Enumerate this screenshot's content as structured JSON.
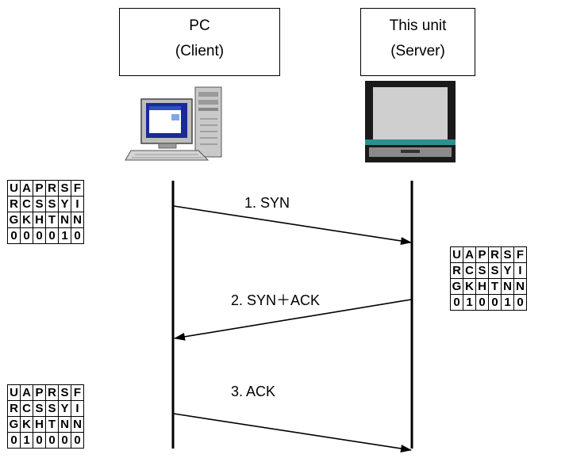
{
  "client": {
    "title": "PC",
    "subtitle": "(Client)"
  },
  "server": {
    "title": "This unit",
    "subtitle": "(Server)"
  },
  "flag_headers": [
    [
      "U",
      "R",
      "G"
    ],
    [
      "A",
      "C",
      "K"
    ],
    [
      "P",
      "S",
      "H"
    ],
    [
      "R",
      "S",
      "T"
    ],
    [
      "S",
      "Y",
      "N"
    ],
    [
      "F",
      "I",
      "N"
    ]
  ],
  "messages": [
    {
      "label": "1.  SYN",
      "flags": [
        "0",
        "0",
        "0",
        "0",
        "1",
        "0"
      ]
    },
    {
      "label": "2.  SYN＋ACK",
      "flags": [
        "0",
        "1",
        "0",
        "0",
        "1",
        "0"
      ]
    },
    {
      "label": "3.  ACK",
      "flags": [
        "0",
        "1",
        "0",
        "0",
        "0",
        "0"
      ]
    }
  ],
  "icons": {
    "client": "desktop-computer-icon",
    "server": "monitor-unit-icon"
  }
}
